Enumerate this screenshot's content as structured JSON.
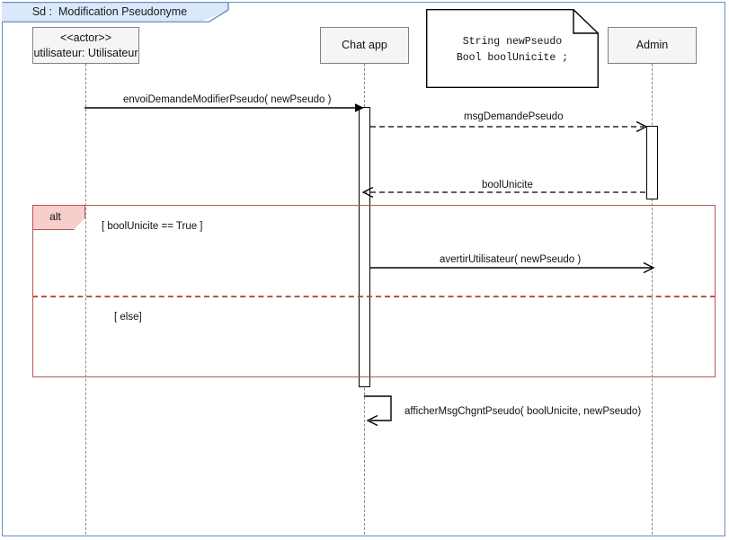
{
  "diagram": {
    "title": "Sd :  Modification Pseudonyme",
    "frame_border_color": "#6c8ebf",
    "title_fill_color": "#dae8fc"
  },
  "lifelines": [
    {
      "id": "utilisateur",
      "stereotype": "<<actor>>",
      "label": "utilisateur: Utilisateur",
      "fill": "#f5f5f5"
    },
    {
      "id": "chatapp",
      "stereotype": "",
      "label": "Chat app",
      "fill": "#f5f5f5"
    },
    {
      "id": "admin",
      "stereotype": "",
      "label": "Admin",
      "fill": "#f5f5f5"
    }
  ],
  "note": {
    "name": "declarations-note",
    "lines": [
      "String newPseudo",
      "Bool boolUnicite ;"
    ]
  },
  "messages": [
    {
      "id": "m1",
      "label": "envoiDemandeModifierPseudo( newPseudo )",
      "from": "utilisateur",
      "to": "chatapp",
      "style": "solid",
      "arrow": "filled"
    },
    {
      "id": "m2",
      "label": "msgDemandePseudo",
      "from": "chatapp",
      "to": "admin",
      "style": "dashed",
      "arrow": "open"
    },
    {
      "id": "m3",
      "label": "boolUnicite",
      "from": "admin",
      "to": "chatapp",
      "style": "dashed",
      "arrow": "open"
    },
    {
      "id": "m4",
      "label": "avertirUtilisateur( newPseudo )",
      "from": "chatapp",
      "to": "admin",
      "style": "solid",
      "arrow": "open"
    },
    {
      "id": "m5",
      "label": "afficherMsgChgntPseudo( boolUnicite, newPseudo)",
      "from": "chatapp",
      "to": "chatapp",
      "style": "solid",
      "arrow": "open"
    }
  ],
  "combined_fragment": {
    "operator": "alt",
    "border_color": "#b85450",
    "tag_fill": "#f8cecc",
    "operands": [
      {
        "guard": "[ boolUnicite == True ]"
      },
      {
        "guard": "[ else]"
      }
    ]
  }
}
